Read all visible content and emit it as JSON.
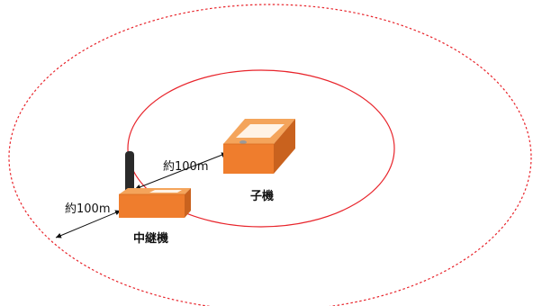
{
  "labels": {
    "distance_outer": "約100m",
    "distance_inner": "約100m",
    "repeater": "中継機",
    "child_unit": "子機"
  },
  "colors": {
    "range_circle": "#e8242b",
    "device_body": "#ef7d2d",
    "device_top": "#f4a45b",
    "device_side": "#c9621e",
    "device_panel": "#fff3e6",
    "antenna": "#2a2a2a",
    "arrow": "#111111"
  }
}
